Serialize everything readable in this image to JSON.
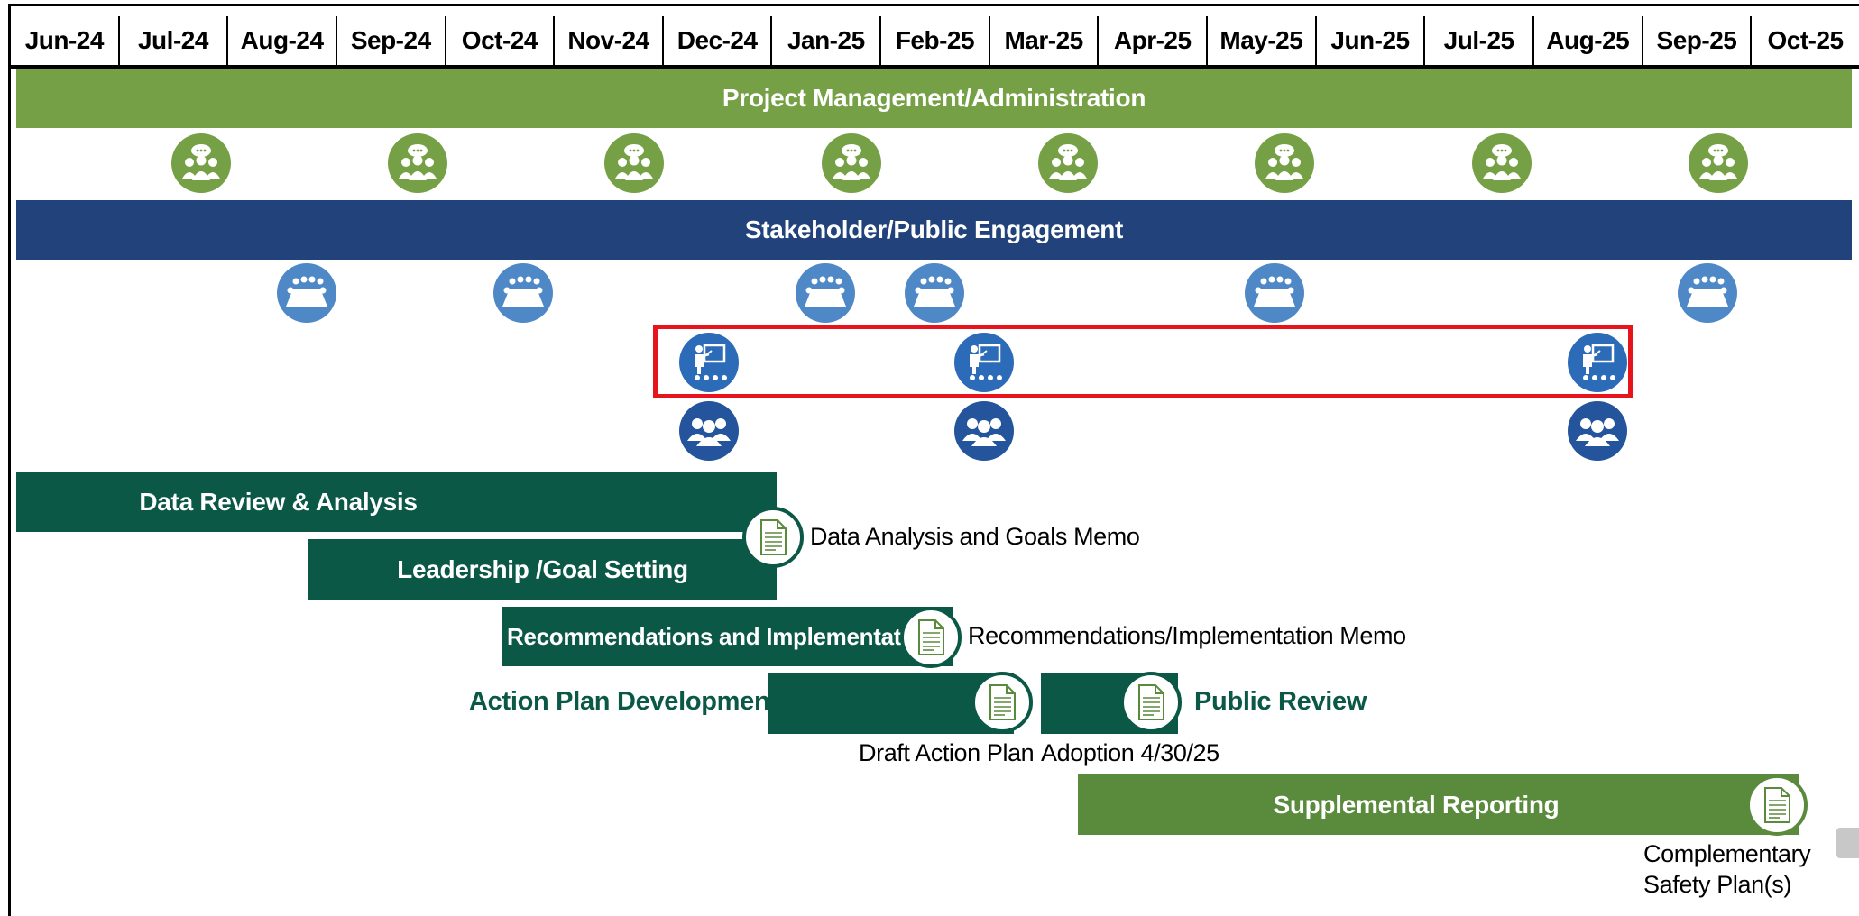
{
  "months": [
    "Jun-24",
    "Jul-24",
    "Aug-24",
    "Sep-24",
    "Oct-24",
    "Nov-24",
    "Dec-24",
    "Jan-25",
    "Feb-25",
    "Mar-25",
    "Apr-25",
    "May-25",
    "Jun-25",
    "Jul-25",
    "Aug-25",
    "Sep-25",
    "Oct-25"
  ],
  "bars": {
    "project_management": "Project Management/Administration",
    "stakeholder": "Stakeholder/Public Engagement",
    "data_review": "Data Review & Analysis",
    "leadership": "Leadership /Goal Setting",
    "recommendations": "Recommendations and Implementation",
    "supplemental": "Supplemental Reporting"
  },
  "labels": {
    "action_plan": "Action Plan Development",
    "public_review": "Public Review"
  },
  "deliverables": {
    "memo1": "Data Analysis and Goals Memo",
    "memo2": "Recommendations/Implementation Memo",
    "draft": "Draft Action Plan",
    "adoption": "Adoption 4/30/25",
    "complementary_line1": "Complementary",
    "complementary_line2": "Safety Plan(s)"
  },
  "icons": {
    "pm_meeting": "team-meeting-icon",
    "stakeholder_meeting": "conference-table-icon",
    "presentation": "presentation-icon",
    "public_group": "people-group-icon",
    "document": "document-icon"
  },
  "colors": {
    "pm_green": "#76a045",
    "engagement_blue": "#21427a",
    "task_dark_green": "#0c5847",
    "supplemental_green": "#5a8a3c",
    "highlight_red": "#e8141b"
  }
}
